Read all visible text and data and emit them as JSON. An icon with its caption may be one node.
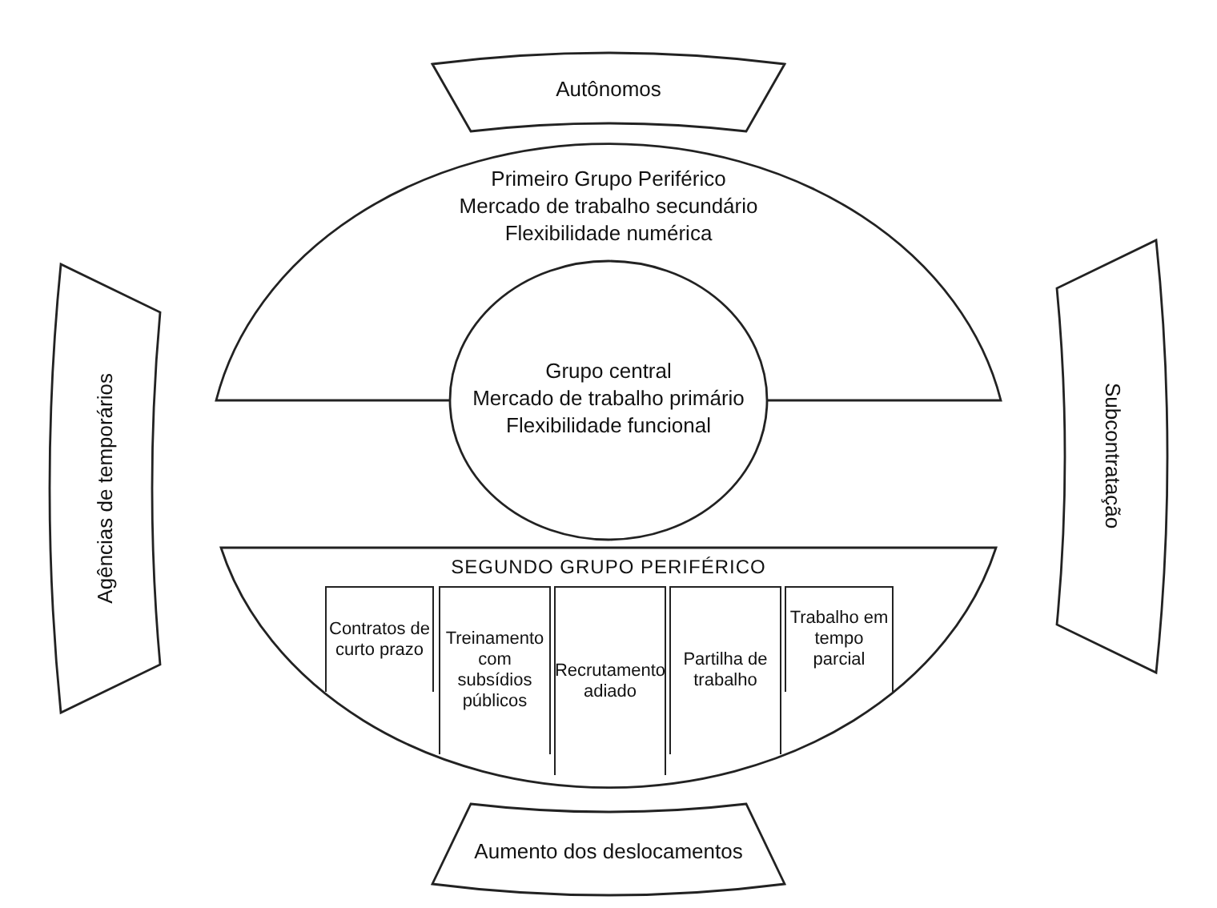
{
  "diagram": {
    "nodes": [
      {
        "text": [
          "Autônomos"
        ]
      },
      {
        "text": [
          "Primeiro Grupo Periférico",
          "Mercado de trabalho secundário",
          "Flexibilidade numérica"
        ]
      },
      {
        "text": [
          "Grupo central",
          "Mercado de trabalho primário",
          "Flexibilidade funcional"
        ]
      },
      {
        "text": [
          "SEGUNDO GRUPO PERIFÉRICO"
        ]
      },
      {
        "text": [
          "Contratos de curto prazo"
        ],
        "in": 3
      },
      {
        "text": [
          "Treinamento com subsídios públicos"
        ],
        "in": 3
      },
      {
        "text": [
          "Recrutamento adiado"
        ],
        "in": 3
      },
      {
        "text": [
          "Partilha de trabalho"
        ],
        "in": 3
      },
      {
        "text": [
          "Trabalho em tempo parcial"
        ],
        "in": 3
      },
      {
        "text": [
          "Agências de temporários"
        ]
      },
      {
        "text": [
          "Subcontratação"
        ]
      },
      {
        "text": [
          "Aumento dos deslocamentos"
        ]
      }
    ],
    "edges": []
  }
}
